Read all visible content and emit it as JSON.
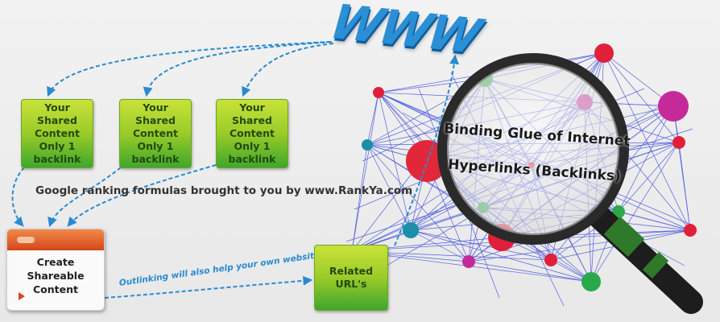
{
  "header": {
    "www_text": "WWW"
  },
  "shared_boxes": [
    {
      "line1": "Your Shared",
      "line2": "Content",
      "line3": "Only 1",
      "line4": "backlink"
    },
    {
      "line1": "Your Shared",
      "line2": "Content",
      "line3": "Only 1",
      "line4": "backlink"
    },
    {
      "line1": "Your Shared",
      "line2": "Content",
      "line3": "Only 1",
      "line4": "backlink"
    }
  ],
  "tagline": "Google ranking formulas brought to you by www.RankYa.com",
  "content_card": {
    "line1": "Create Shareable",
    "line2": "Content"
  },
  "outlinking_note": "Outlinking will also help your own website",
  "related_box": {
    "line1": "Related",
    "line2": "URL's"
  },
  "magnifier": {
    "line1": "Binding Glue of Internet",
    "line2": "Hyperlinks (Backlinks)"
  },
  "colors": {
    "arrow": "#2a8ad0",
    "box_green_top": "#c9e23a",
    "box_green_bottom": "#3ea72c",
    "card_orange": "#e0601f",
    "network_line": "#2233dd"
  }
}
